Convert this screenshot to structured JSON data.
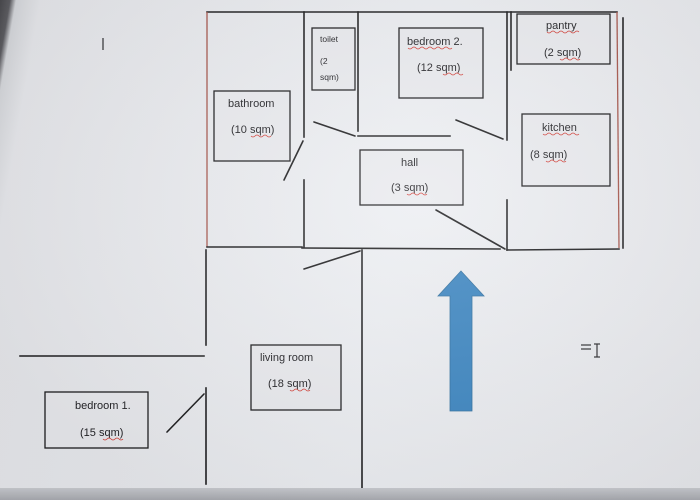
{
  "rooms": {
    "toilet": {
      "name": "toilet",
      "area": "(2",
      "area_unit": "sqm)"
    },
    "bedroom2": {
      "name": "bedroom 2.",
      "area": "(12 sqm)"
    },
    "pantry": {
      "name": "pantry",
      "area": "(2 sqm)"
    },
    "bathroom": {
      "name": "bathroom",
      "area": "(10 sqm)"
    },
    "kitchen": {
      "name": "kitchen",
      "area": "(8 sqm)"
    },
    "hall": {
      "name": "hall",
      "area": "(3 sqm)"
    },
    "living_room": {
      "name": "living room",
      "area": "(18 sqm)"
    },
    "bedroom1": {
      "name": "bedroom 1.",
      "area": "(15 sqm)"
    }
  },
  "icons": {
    "entrance_arrow": "arrow-up",
    "text_cursor": "i-beam",
    "arrow_color": "#3a84c0"
  }
}
